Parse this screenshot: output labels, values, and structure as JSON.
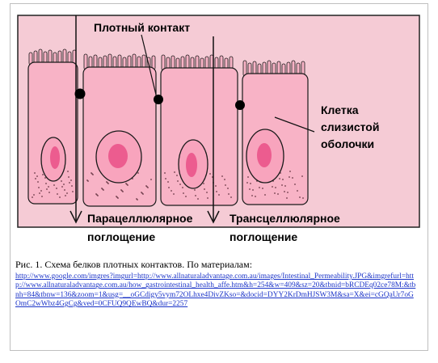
{
  "diagram": {
    "labels": {
      "tight_junction": "Плотный контакт",
      "mucosal_cell": [
        "Клетка",
        "слизистой",
        "оболочки"
      ],
      "paracellular": [
        "Парацеллюлярное",
        "поглощение"
      ],
      "transcellular": [
        "Трансцеллюлярное",
        "поглощение"
      ]
    },
    "colors": {
      "background": "#f5cbd5",
      "cell_fill": "#f8b3c6",
      "nucleus_fill": "#f8a4bd",
      "nucleolus": "#ec5c8f",
      "outline": "#1a1a1a"
    }
  },
  "caption": {
    "text": "Рис. 1. Схема белков плотных контактов. По материалам:",
    "link": "http://www.google.com/imgres?imgurl=http://www.allnaturaladvantage.com.au/images/Intestinal_Permeability.JPG&imgrefurl=http://www.allnaturaladvantage.com.au/how_gastrointestinal_health_affe.htm&h=254&w=409&sz=20&tbnid=bRCDEq02ce78M:&tbnh=84&tbnw=136&zoom=1&usg=__oGCdigy5vym72OLhxe4DivZKso=&docid=DYY2KrDmHJSW3M&sa=X&ei=cGQaUr7oGOmC2wWbz4GgCg&ved=0CFUQ9QEwBQ&dur=2257"
  }
}
